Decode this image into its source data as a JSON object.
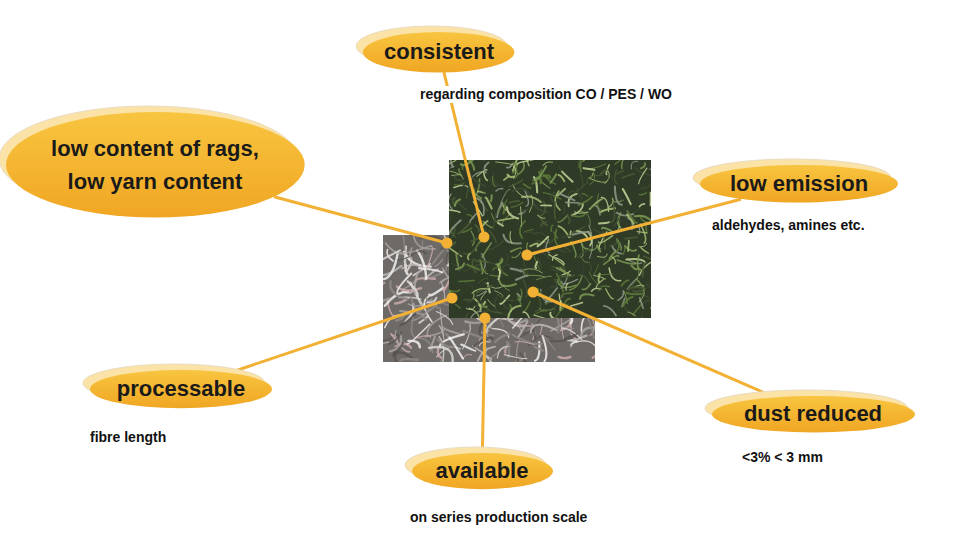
{
  "diagram": {
    "nodes": [
      {
        "text": [
          "consistent",
          "regarding composition CO / PES / WO"
        ]
      },
      {
        "text": [
          "low content of rags, low yarn content"
        ]
      },
      {
        "text": [
          "low emission",
          "aldehydes, amines etc."
        ]
      },
      {
        "text": [
          "processable",
          "fibre length"
        ]
      },
      {
        "text": [
          "dust reduced",
          "<3% < 3 mm"
        ]
      },
      {
        "text": [
          "available",
          "on series production scale"
        ]
      }
    ]
  }
}
